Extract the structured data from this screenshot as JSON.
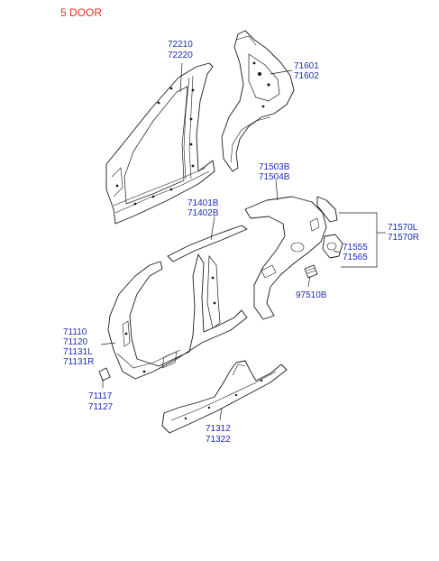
{
  "title": "5 DOOR",
  "colors": {
    "title": "#e0301e",
    "part_number": "#1c2bb5",
    "line": "#1a1a1a",
    "background": "#ffffff"
  },
  "callouts": [
    {
      "id": "c1",
      "lines": [
        "72210",
        "72220"
      ]
    },
    {
      "id": "c2",
      "lines": [
        "71601",
        "71602"
      ]
    },
    {
      "id": "c3",
      "lines": [
        "71503B",
        "71504B"
      ]
    },
    {
      "id": "c4",
      "lines": [
        "71401B",
        "71402B"
      ]
    },
    {
      "id": "c5",
      "lines": [
        "71570L",
        "71570R"
      ]
    },
    {
      "id": "c6",
      "lines": [
        "71555",
        "71565"
      ]
    },
    {
      "id": "c7",
      "lines": [
        "97510B"
      ]
    },
    {
      "id": "c8",
      "lines": [
        "71110",
        "71120",
        "71131L",
        "71131R"
      ]
    },
    {
      "id": "c9",
      "lines": [
        "71117",
        "71127"
      ]
    },
    {
      "id": "c10",
      "lines": [
        "71312",
        "71322"
      ]
    }
  ]
}
